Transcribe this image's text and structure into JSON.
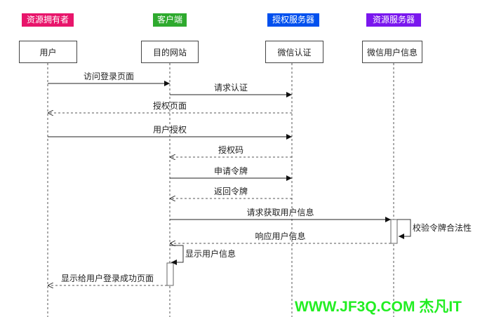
{
  "roles": [
    {
      "label": "资源拥有者",
      "color": "#e8156b"
    },
    {
      "label": "客户端",
      "color": "#2eaa2e"
    },
    {
      "label": "授权服务器",
      "color": "#0050ee"
    },
    {
      "label": "资源服务器",
      "color": "#7a17ee"
    }
  ],
  "participants": [
    "用户",
    "目的网站",
    "微信认证",
    "微信用户信息"
  ],
  "messages": [
    {
      "from": 0,
      "to": 1,
      "label": "访问登录页面",
      "style": "solid"
    },
    {
      "from": 1,
      "to": 2,
      "label": "请求认证",
      "style": "solid"
    },
    {
      "from": 2,
      "to": 0,
      "label": "授权页面",
      "style": "dashed"
    },
    {
      "from": 0,
      "to": 2,
      "label": "用户授权",
      "style": "solid"
    },
    {
      "from": 2,
      "to": 1,
      "label": "授权码",
      "style": "dashed"
    },
    {
      "from": 1,
      "to": 2,
      "label": "申请令牌",
      "style": "solid"
    },
    {
      "from": 2,
      "to": 1,
      "label": "返回令牌",
      "style": "dashed"
    },
    {
      "from": 1,
      "to": 3,
      "label": "请求获取用户信息",
      "style": "solid"
    },
    {
      "from": 3,
      "to": 3,
      "label": "校验令牌合法性",
      "style": "self"
    },
    {
      "from": 3,
      "to": 1,
      "label": "响应用户信息",
      "style": "dashed"
    },
    {
      "from": 1,
      "to": 1,
      "label": "显示用户信息",
      "style": "self"
    },
    {
      "from": 1,
      "to": 0,
      "label": "显示给用户登录成功页面",
      "style": "dashed"
    }
  ],
  "watermark": "WWW.JF3Q.COM 杰凡IT"
}
